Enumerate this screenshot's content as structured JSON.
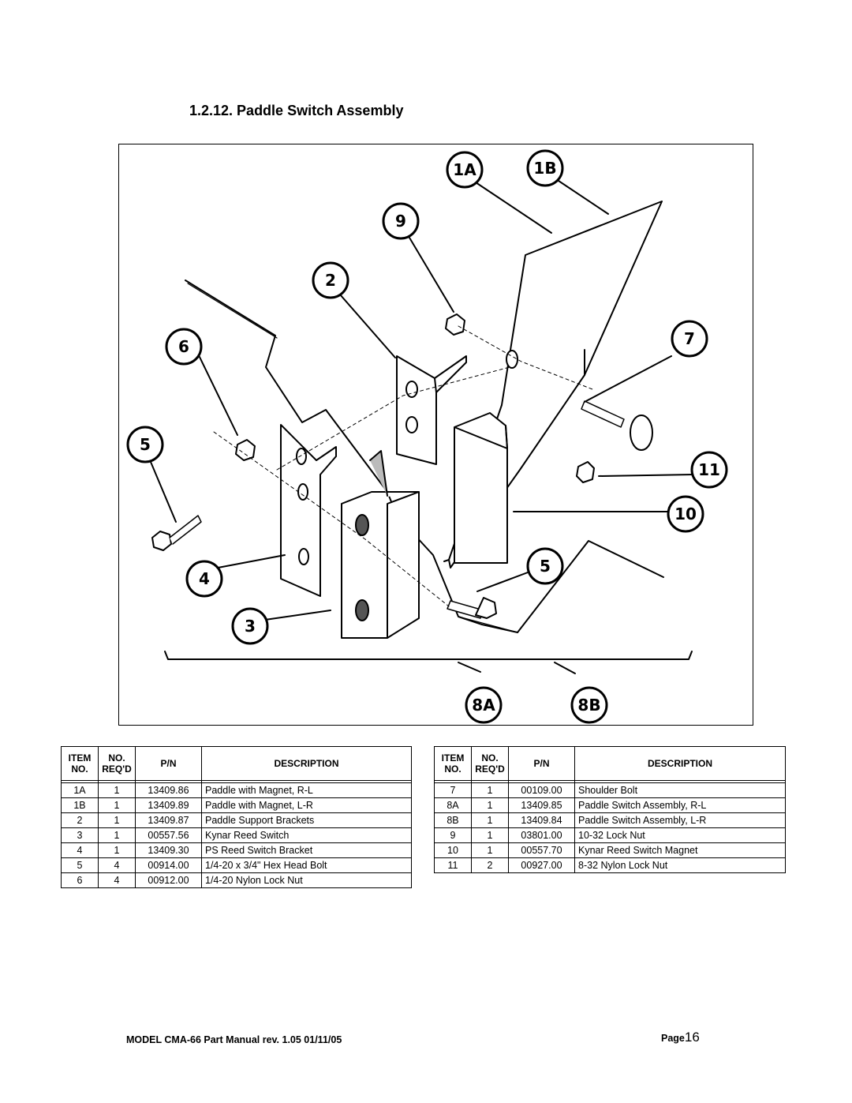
{
  "title": "1.2.12. Paddle Switch Assembly",
  "callouts": {
    "c1A": "1A",
    "c1B": "1B",
    "c9": "9",
    "c2": "2",
    "c6": "6",
    "c7": "7",
    "c5a": "5",
    "c11": "11",
    "c10": "10",
    "c4": "4",
    "c5b": "5",
    "c3": "3",
    "c8A": "8A",
    "c8B": "8B"
  },
  "table_headers": {
    "item": [
      "ITEM",
      "NO."
    ],
    "req": [
      "NO.",
      "REQ'D"
    ],
    "pn": "P/N",
    "desc": "DESCRIPTION"
  },
  "table_left": [
    {
      "item": "1A",
      "req": "1",
      "pn": "13409.86",
      "desc": "Paddle with Magnet, R-L"
    },
    {
      "item": "1B",
      "req": "1",
      "pn": "13409.89",
      "desc": "Paddle with Magnet, L-R"
    },
    {
      "item": "2",
      "req": "1",
      "pn": "13409.87",
      "desc": "Paddle Support Brackets"
    },
    {
      "item": "3",
      "req": "1",
      "pn": "00557.56",
      "desc": "Kynar Reed Switch"
    },
    {
      "item": "4",
      "req": "1",
      "pn": "13409.30",
      "desc": "PS Reed Switch Bracket"
    },
    {
      "item": "5",
      "req": "4",
      "pn": "00914.00",
      "desc": "1/4-20 x 3/4\" Hex Head Bolt"
    },
    {
      "item": "6",
      "req": "4",
      "pn": "00912.00",
      "desc": "1/4-20 Nylon Lock Nut"
    }
  ],
  "table_right": [
    {
      "item": "7",
      "req": "1",
      "pn": "00109.00",
      "desc": "Shoulder Bolt"
    },
    {
      "item": "8A",
      "req": "1",
      "pn": "13409.85",
      "desc": "Paddle Switch Assembly, R-L"
    },
    {
      "item": "8B",
      "req": "1",
      "pn": "13409.84",
      "desc": "Paddle Switch Assembly, L-R"
    },
    {
      "item": "9",
      "req": "1",
      "pn": "03801.00",
      "desc": "10-32 Lock Nut"
    },
    {
      "item": "10",
      "req": "1",
      "pn": "00557.70",
      "desc": "Kynar Reed Switch Magnet"
    },
    {
      "item": "11",
      "req": "2",
      "pn": "00927.00",
      "desc": "8-32 Nylon Lock Nut"
    }
  ],
  "footer": {
    "manual": "MODEL CMA-66 Part Manual rev. 1.05 01/11/05",
    "page_label": "Page",
    "page_number": "16"
  }
}
